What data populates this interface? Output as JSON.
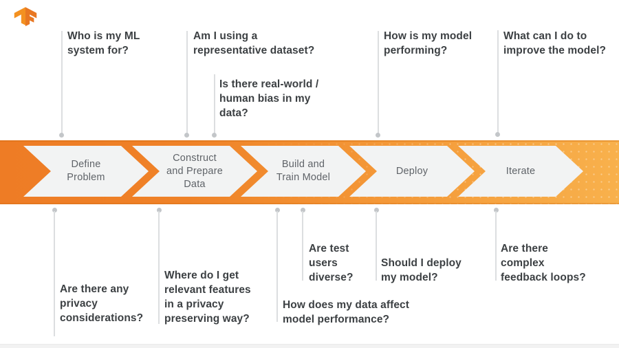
{
  "logo": {
    "name": "tensorflow-logo",
    "alt": "TensorFlow"
  },
  "colors": {
    "band_left": "#ee7c25",
    "band_right": "#f8b14c",
    "chevron_fill": "#f2f3f3",
    "stage_text": "#5f6368",
    "question_text": "#3c4043",
    "connector_line": "#dcdee0",
    "connector_dot": "#c3c6c9",
    "footer_bar": "#f2f2f2"
  },
  "stages": [
    {
      "label": "Define\nProblem"
    },
    {
      "label": "Construct\nand Prepare\nData"
    },
    {
      "label": "Build and\nTrain Model"
    },
    {
      "label": "Deploy"
    },
    {
      "label": "Iterate"
    }
  ],
  "questions_top": [
    {
      "text": "Who is my ML\nsystem for?"
    },
    {
      "text": "Am I using a\nrepresentative dataset?"
    },
    {
      "text": "Is there real-world /\nhuman bias in my\ndata?"
    },
    {
      "text": "How is my model\nperforming?"
    },
    {
      "text": "What can I do to\nimprove the model?"
    }
  ],
  "questions_bottom": [
    {
      "text": "Are there any\nprivacy\nconsiderations?"
    },
    {
      "text": "Where do I get\nrelevant features\nin a privacy\npreserving way?"
    },
    {
      "text": "Are test\nusers\ndiverse?"
    },
    {
      "text": "How does my data affect\nmodel performance?"
    },
    {
      "text": "Should I deploy\nmy model?"
    },
    {
      "text": "Are there\ncomplex\nfeedback loops?"
    }
  ]
}
